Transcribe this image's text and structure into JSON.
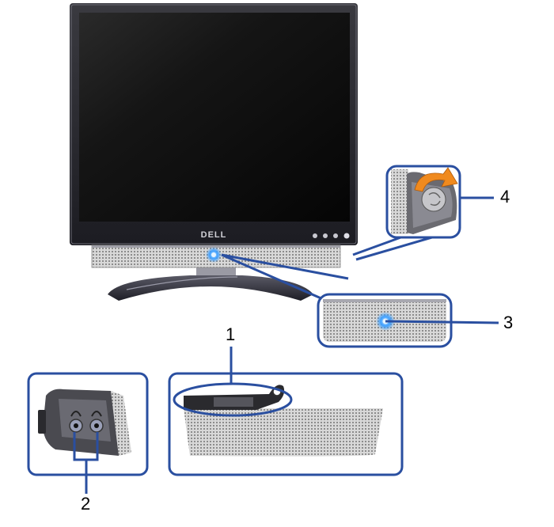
{
  "brand": {
    "logo_text": "DELL"
  },
  "callouts": [
    {
      "id": "1",
      "label": "1"
    },
    {
      "id": "2",
      "label": "2"
    },
    {
      "id": "3",
      "label": "3"
    },
    {
      "id": "4",
      "label": "4"
    }
  ],
  "colors": {
    "callout_line": "#2a4fa0",
    "highlight_frame": "#2a4fa0",
    "power_led": "#3fa0ff",
    "volume_arrow": "#f08a1e"
  },
  "icons": [
    "headphone-jack-icon",
    "power-led-icon",
    "volume-arrow-icon"
  ]
}
